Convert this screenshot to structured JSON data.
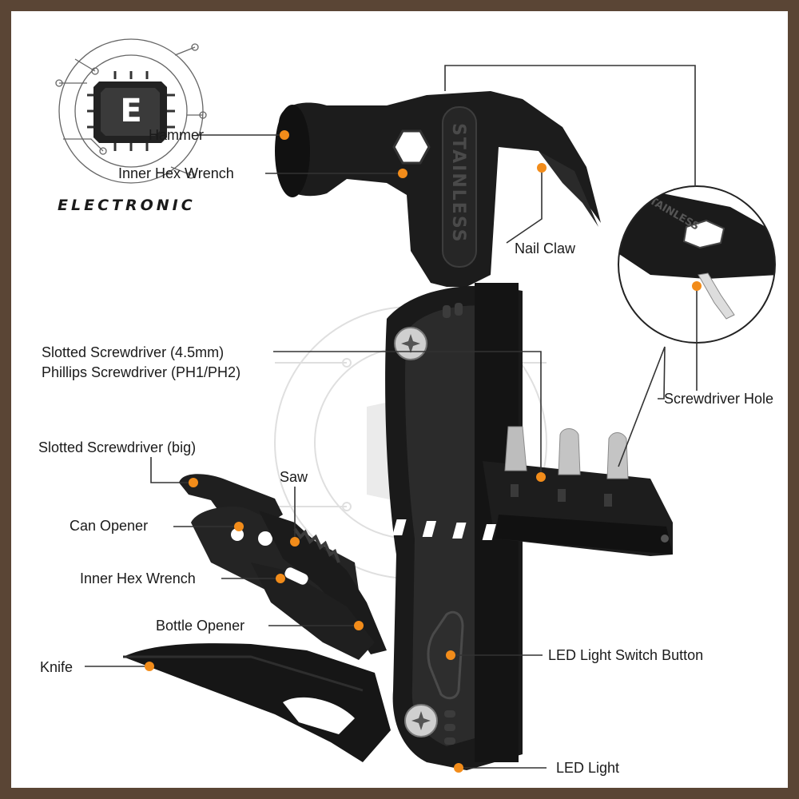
{
  "brand": {
    "logo_letter": "E",
    "name": "ELECTRONIC"
  },
  "product": {
    "engraving": "STAINLESS"
  },
  "labels": {
    "hammer": "Hammer",
    "inner_hex_wrench_top": "Inner Hex Wrench",
    "nail_claw": "Nail Claw",
    "slotted_screwdriver_small": "Slotted Screwdriver (4.5mm)",
    "phillips_screwdriver": "Phillips Screwdriver (PH1/PH2)",
    "screwdriver_hole": "Screwdriver Hole",
    "slotted_screwdriver_big": "Slotted Screwdriver  (big)",
    "saw": "Saw",
    "can_opener": "Can Opener",
    "inner_hex_wrench_bottom": "Inner Hex Wrench",
    "bottle_opener": "Bottle Opener",
    "knife": "Knife",
    "led_switch": "LED Light Switch Button",
    "led_light": "LED Light"
  },
  "colors": {
    "frame": "#5a4535",
    "tool_body": "#1c1c1c",
    "marker": "#f28c1a",
    "leader_line": "#333333",
    "watermark": "#cfcfcf"
  }
}
